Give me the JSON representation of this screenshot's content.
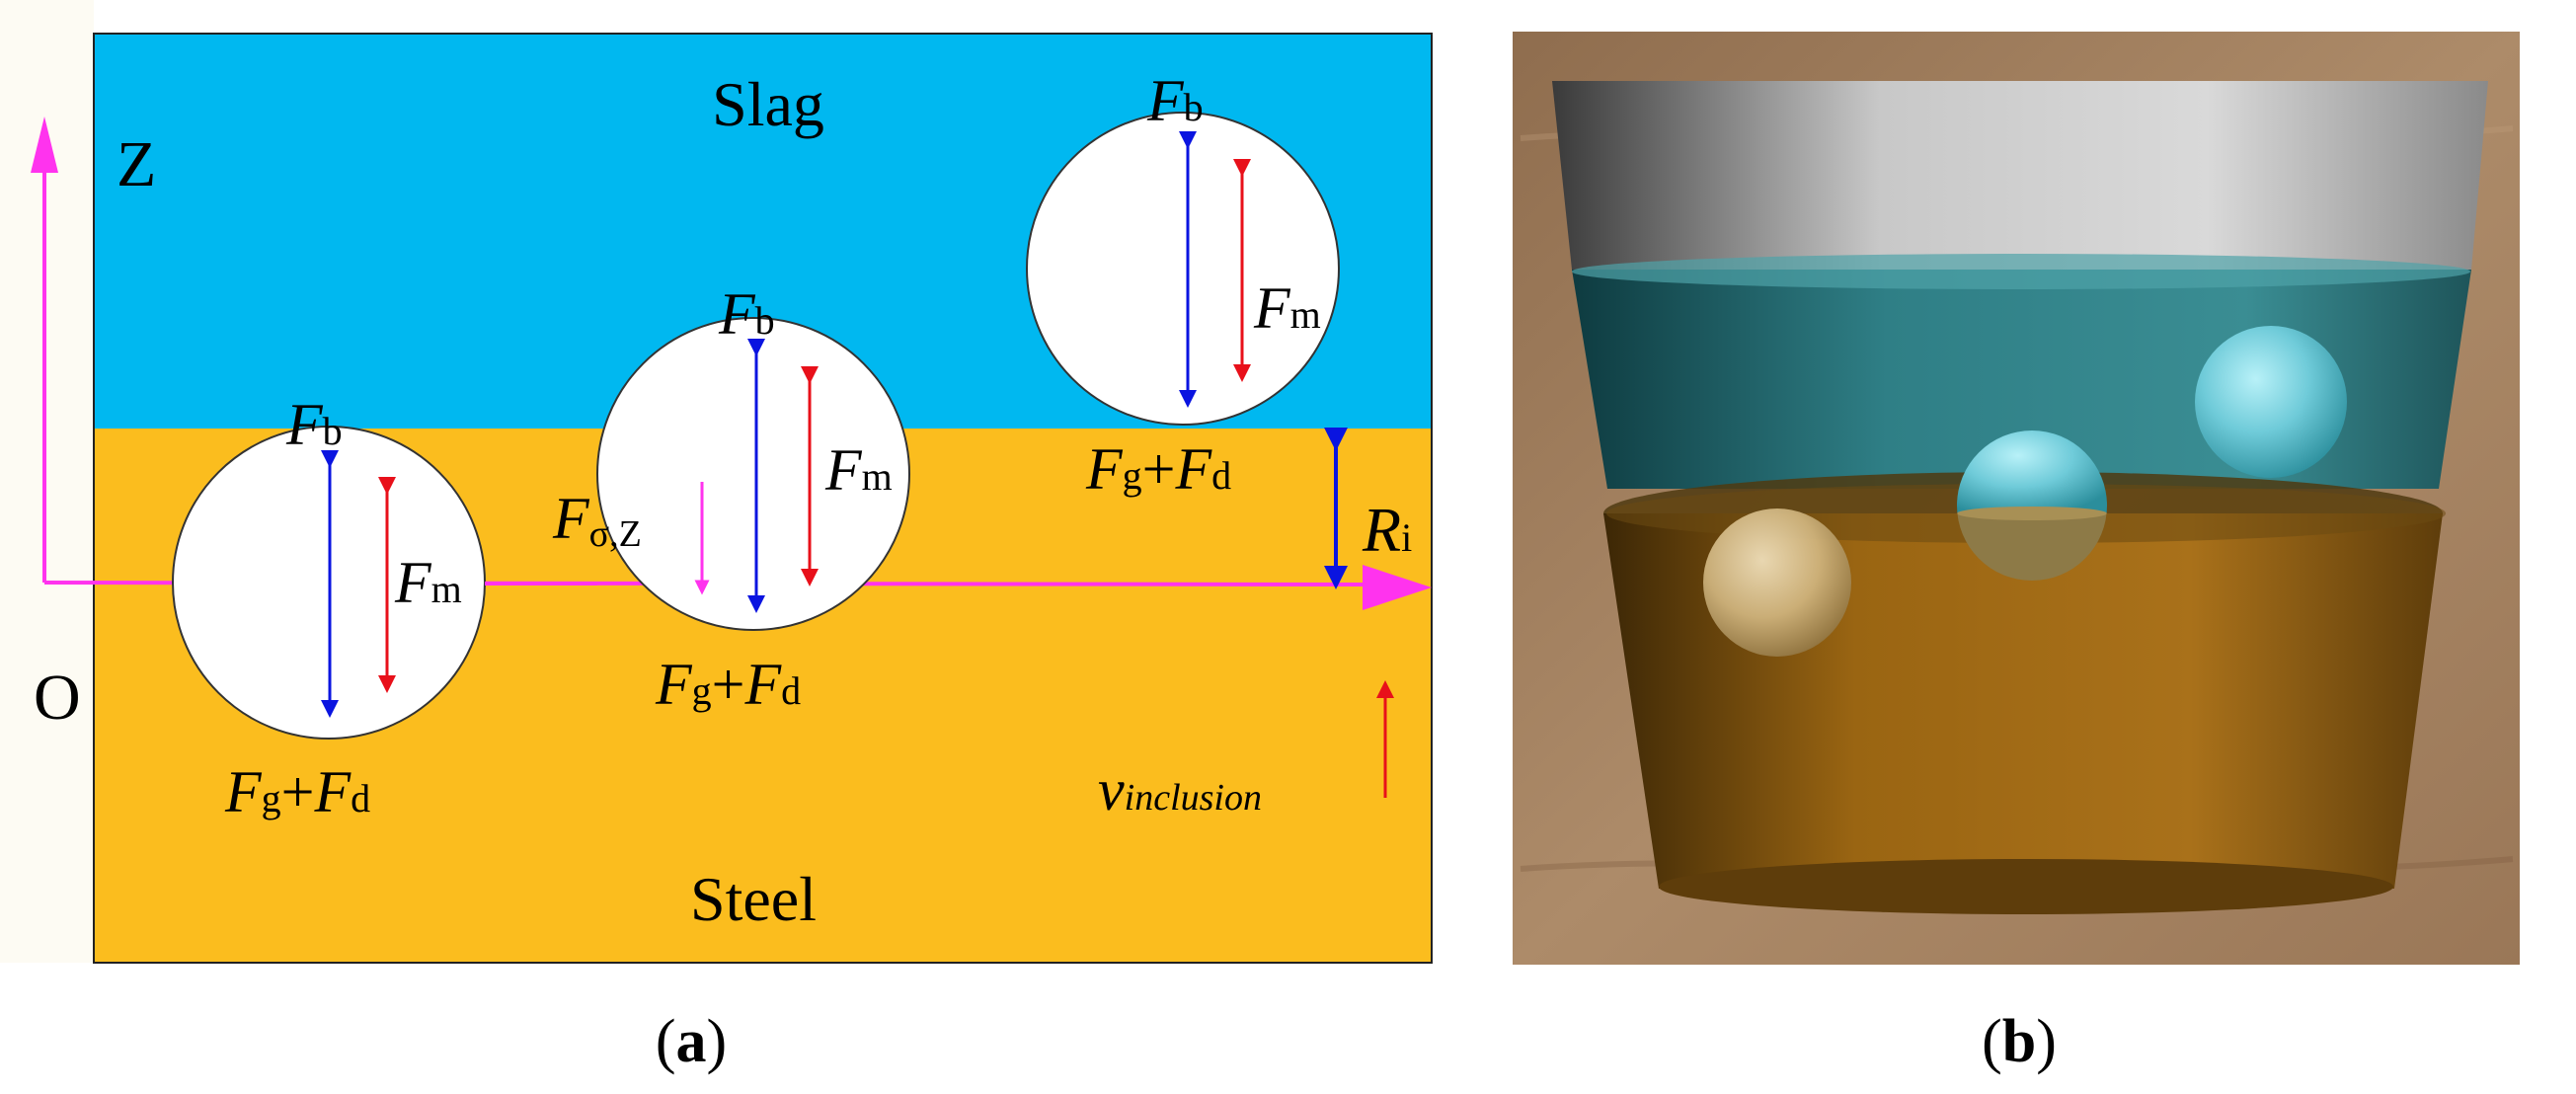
{
  "panel_a": {
    "label_a_open": "(",
    "label_a_letter": "a",
    "label_a_close": ")",
    "slag_label": "Slag",
    "steel_label": "Steel",
    "axis_z": "Z",
    "origin": "O",
    "radius_R": "R",
    "radius_sub": "i",
    "velocity_v": "v",
    "velocity_sub": "inclusion",
    "force_symbol": "F",
    "sub_b": "b",
    "sub_m": "m",
    "sub_g": "g",
    "sub_d": "d",
    "plus": "+",
    "sub_sigma": "σ,Z",
    "colors": {
      "slag": "#00b8f0",
      "steel": "#fbbd1e",
      "axis": "#ff33ee",
      "buoyancy_arrow": "#0a14e0",
      "magnetic_arrow": "#e8101a",
      "sphere": "#ffffff"
    }
  },
  "panel_b": {
    "label_b_open": "(",
    "label_b_letter": "b",
    "label_b_close": ")",
    "colors": {
      "background_wood": "#a68462",
      "slag_layer": "#2d7f86",
      "steel_layer": "#a56d15",
      "cup_rim": "#d0d0d0",
      "sphere_cyan": "#7ad3e0",
      "sphere_tan": "#d7c091"
    }
  }
}
